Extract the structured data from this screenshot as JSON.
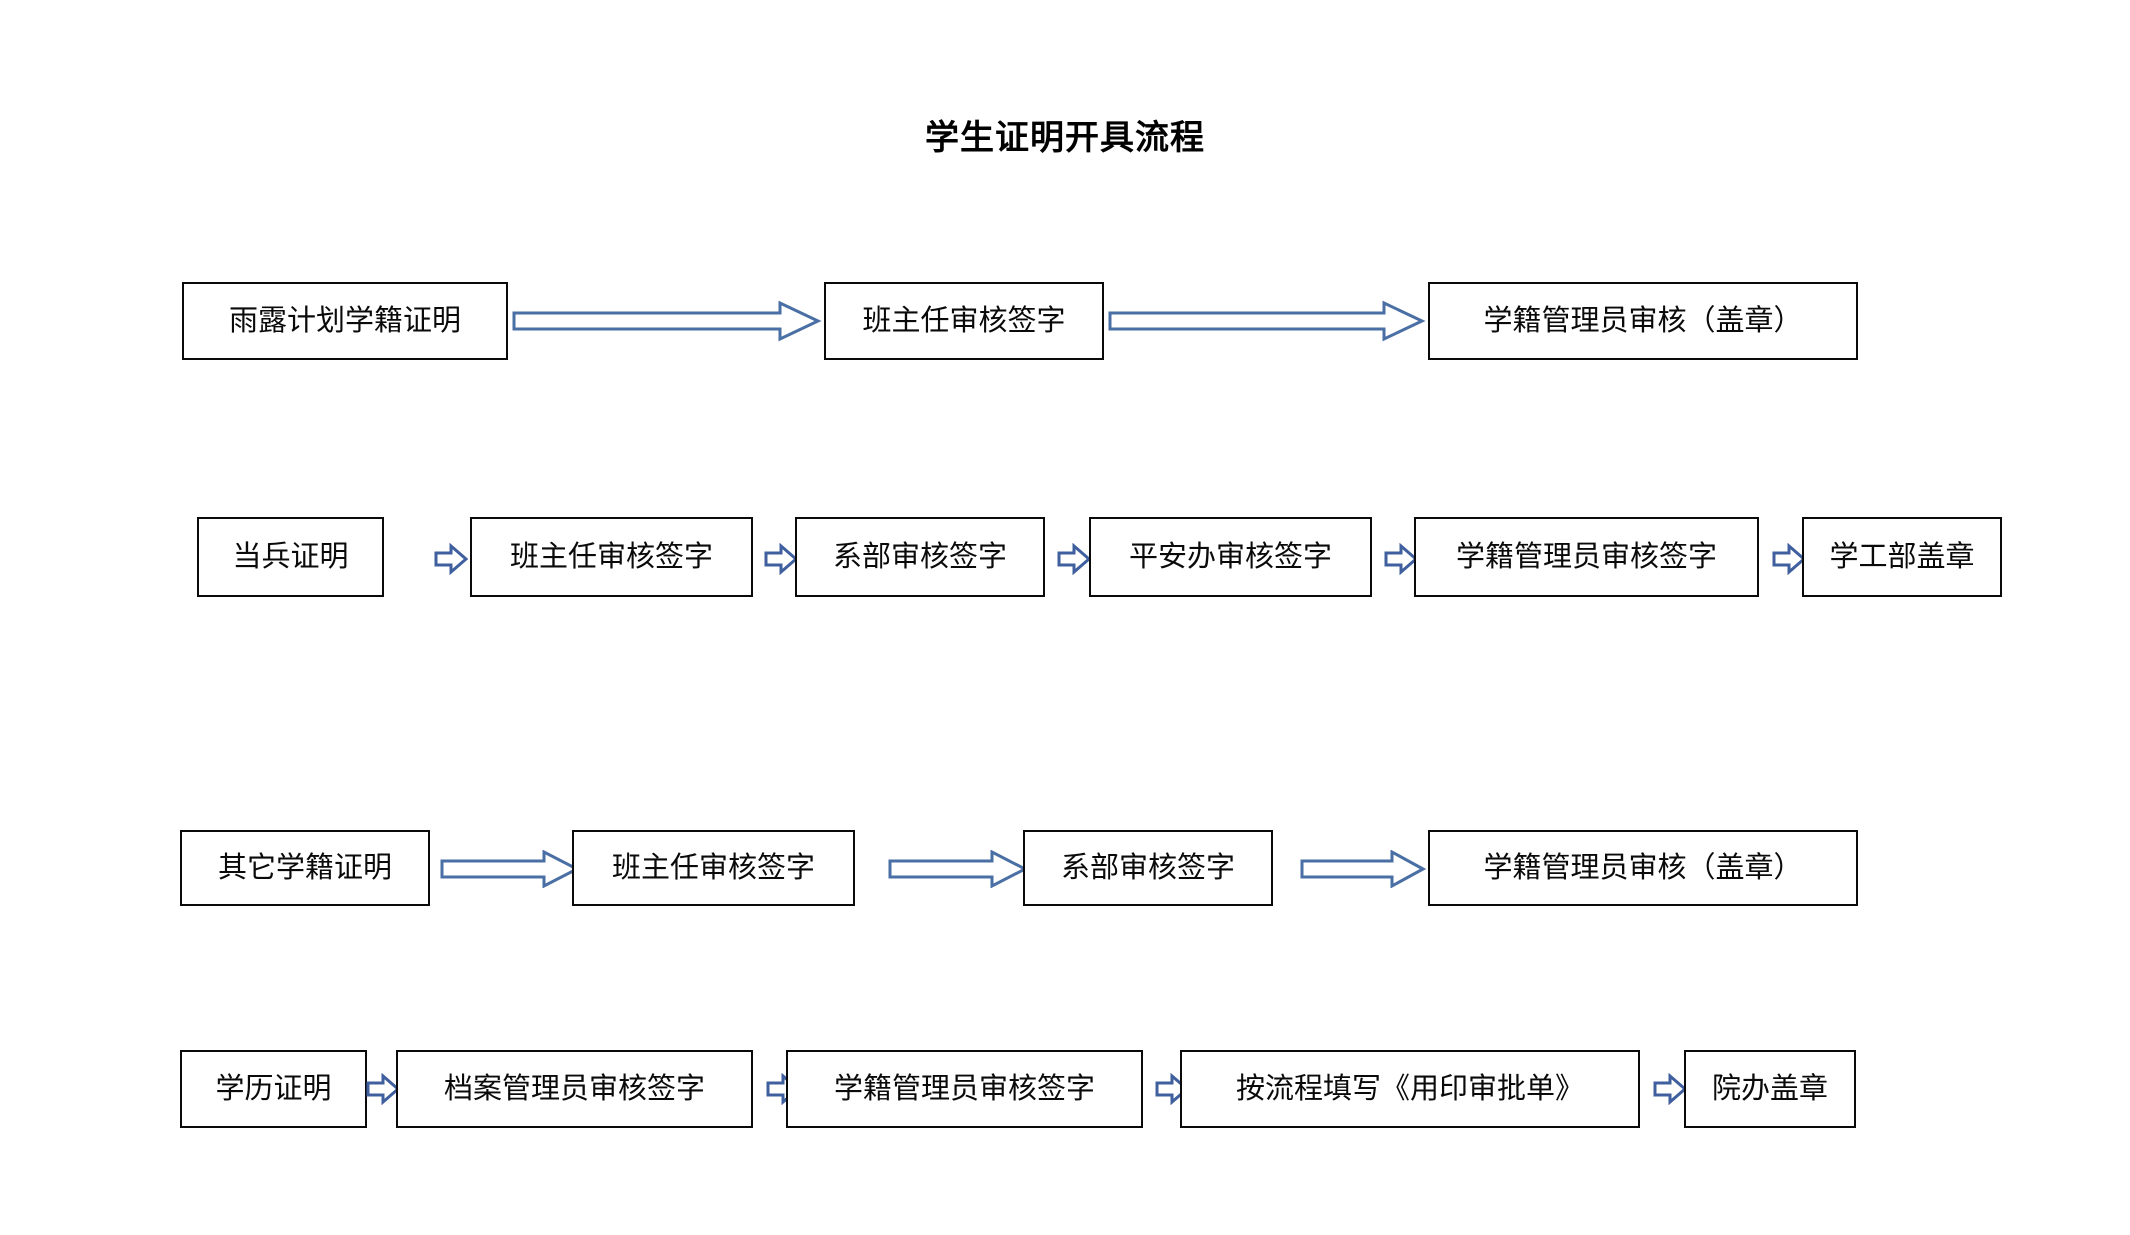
{
  "page": {
    "title": "学生证明开具流程",
    "background_color": "#ffffff",
    "box_border_color": "#0a0a0a",
    "arrow_color": "#4a6fa5"
  },
  "flows": [
    {
      "id": "yulu",
      "arrow_style": "long-block-arrow",
      "nodes": [
        {
          "label": "雨露计划学籍证明"
        },
        {
          "label": "班主任审核签字"
        },
        {
          "label": "学籍管理员审核（盖章）"
        }
      ]
    },
    {
      "id": "dangbing",
      "arrow_style": "mini-block-arrow",
      "nodes": [
        {
          "label": "当兵证明"
        },
        {
          "label": "班主任审核签字"
        },
        {
          "label": "系部审核签字"
        },
        {
          "label": "平安办审核签字"
        },
        {
          "label": "学籍管理员审核签字"
        },
        {
          "label": "学工部盖章"
        }
      ]
    },
    {
      "id": "qita",
      "arrow_style": "long-block-arrow",
      "nodes": [
        {
          "label": "其它学籍证明"
        },
        {
          "label": "班主任审核签字"
        },
        {
          "label": "系部审核签字"
        },
        {
          "label": "学籍管理员审核（盖章）"
        }
      ]
    },
    {
      "id": "xueli",
      "arrow_style": "mini-block-arrow",
      "nodes": [
        {
          "label": "学历证明"
        },
        {
          "label": "档案管理员审核签字"
        },
        {
          "label": "学籍管理员审核签字"
        },
        {
          "label": "按流程填写《用印审批单》"
        },
        {
          "label": "院办盖章"
        }
      ]
    }
  ]
}
